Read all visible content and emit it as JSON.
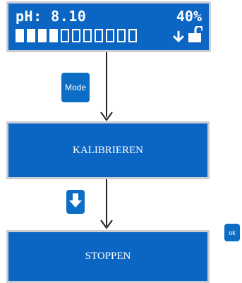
{
  "lcd": {
    "ph_label": "pH: 8.10",
    "percent": "40%",
    "bars_filled": 4,
    "bars_total": 11,
    "icons": [
      "arrow-down-icon",
      "unlocked-padlock-icon"
    ]
  },
  "buttons": {
    "mode": "Mode",
    "down_icon": "arrow-down-icon",
    "ok": "ok"
  },
  "menu": {
    "kalibrieren": "KALIBRIEREN",
    "stoppen": "STOPPEN"
  },
  "colors": {
    "panel_blue": "#0b66c3",
    "button_blue": "#0b6ec4",
    "border_gray": "#c9ccd1",
    "connector": "#222222"
  }
}
